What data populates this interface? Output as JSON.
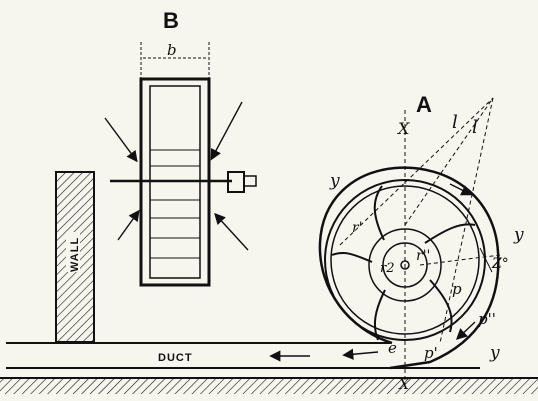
{
  "labels": {
    "view_b": "B",
    "view_a": "A",
    "width": "b",
    "wall": "WALL",
    "duct": "DUCT",
    "x_top": "X",
    "x_bottom": "X",
    "l_left": "l",
    "l_right": "l",
    "y_left": "y",
    "y_right": "y",
    "y_bottom": "y",
    "r_outer": "r'",
    "r_mid": "r''",
    "r_inner": "r2",
    "angle_z": "Z°",
    "p1": "p",
    "p2": "p'",
    "p3": "p''",
    "e": "e"
  },
  "colors": {
    "ink": "#111111",
    "paper": "#f6f5ee"
  }
}
